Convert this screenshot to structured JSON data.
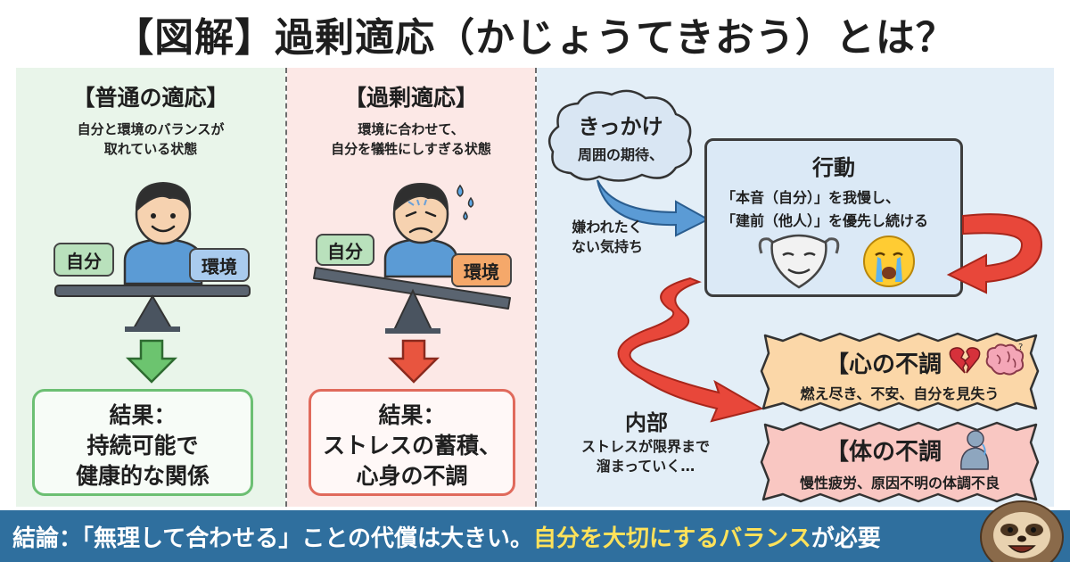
{
  "title": "【図解】過剰適応（かじょうてきおう）とは？",
  "normal": {
    "heading": "【普通の適応】",
    "desc_line1": "自分と環境のバランスが",
    "desc_line2": "取れている状態",
    "self_tag": "自分",
    "env_tag": "環境",
    "result_l1": "結果：",
    "result_l2": "持続可能で",
    "result_l3": "健康的な関係",
    "accent_color": "#5cb85c"
  },
  "over": {
    "heading": "【過剰適応】",
    "desc_line1": "環境に合わせて、",
    "desc_line2": "自分を犠牲にしすぎる状態",
    "self_tag": "自分",
    "env_tag": "環境",
    "result_l1": "結果：",
    "result_l2": "ストレスの蓄積、",
    "result_l3": "心身の不調",
    "accent_color": "#e0533f"
  },
  "flow": {
    "trigger_title": "きっかけ",
    "trigger_text": "周囲の期待、",
    "fear_l1": "嫌われたく",
    "fear_l2": "ない気持ち",
    "action_title": "行動",
    "action_l1": "「本音（自分）」を我慢し、",
    "action_l2": "「建前（他人）」を優先し続ける",
    "inner_title": "内部",
    "inner_l1": "ストレスが限界まで",
    "inner_l2": "溜まっていく…",
    "mind_title": "【心の不調",
    "mind_text": "燃え尽き、不安、自分を見失う",
    "body_title": "【体の不調",
    "body_text": "慢性疲労、原因不明の体調不良"
  },
  "conclusion": {
    "part1": "結論：「無理して合わせる」ことの代償は大きい。",
    "part2": "自分を大切にするバランス",
    "part3": "が必要"
  }
}
